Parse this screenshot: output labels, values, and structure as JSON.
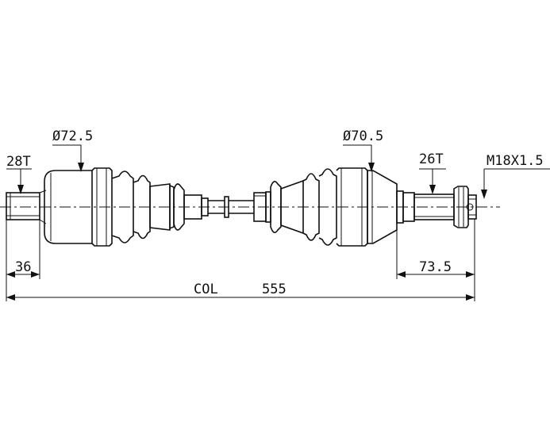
{
  "labels": {
    "outer_diameter_left": "Ø72.5",
    "outer_diameter_right": "Ø70.5",
    "spline_left": "28T",
    "spline_right": "26T",
    "thread": "M18X1.5",
    "length_left_stub": "36",
    "length_right_stub": "73.5",
    "overall_prefix": "COL",
    "overall_length": "555"
  },
  "colors": {
    "line": "#111111",
    "background": "#ffffff"
  }
}
